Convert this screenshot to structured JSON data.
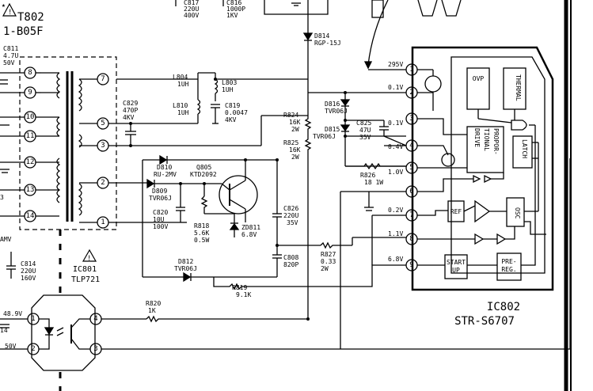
{
  "transformer": {
    "ref": "T802",
    "part": "1-B05F",
    "primary_pins": [
      "8",
      "9",
      "10",
      "11",
      "12",
      "13",
      "14"
    ],
    "secondary_pins": [
      "7",
      "5",
      "3",
      "2",
      "1"
    ]
  },
  "left_edge": {
    "c811_ref": "C811",
    "c811_val": "4.7U",
    "c811_v": "50V",
    "label_3": "3",
    "label_amv": "AMV",
    "label_14": "14",
    "label_50v": "50V"
  },
  "top": {
    "c817_ref": "C817",
    "c817_val": "220U",
    "c817_v": "400V",
    "c816_ref": "C816",
    "c816_val": "1000P",
    "c816_v": "1KV"
  },
  "components": {
    "l804": {
      "ref": "L804",
      "val": "1UH"
    },
    "l803": {
      "ref": "L803",
      "val": "1UH"
    },
    "l810": {
      "ref": "L810",
      "val": "1UH"
    },
    "c819": {
      "ref": "C819",
      "val": "0.0047",
      "v": "4KV"
    },
    "c829": {
      "ref": "C829",
      "val": "470P",
      "v": "4KV"
    },
    "d814": {
      "ref": "D814",
      "val": "RGP-15J"
    },
    "r824": {
      "ref": "R824",
      "val": "16K",
      "w": "2W"
    },
    "r825": {
      "ref": "R825",
      "val": "16K",
      "w": "2W"
    },
    "d816": {
      "ref": "D816",
      "val": "TVR06J"
    },
    "d815": {
      "ref": "D815",
      "val": "TVR06J"
    },
    "c825": {
      "ref": "C825",
      "val": "47U",
      "v": "35V"
    },
    "r826": {
      "ref": "R826",
      "val": "18 1W"
    },
    "d810": {
      "ref": "D810",
      "val": "RU-2MV"
    },
    "d809": {
      "ref": "D809",
      "val": "TVR06J"
    },
    "q805": {
      "ref": "Q805",
      "val": "KTD2092"
    },
    "c820": {
      "ref": "C820",
      "val": "10U",
      "v": "100V"
    },
    "r818": {
      "ref": "R818",
      "val": "5.6K",
      "w": "0.5W"
    },
    "zd811": {
      "ref": "ZD811",
      "val": "6.8V"
    },
    "c826": {
      "ref": "C826",
      "val": "220U",
      "v": "35V"
    },
    "c808": {
      "ref": "C808",
      "val": "820P"
    },
    "r827": {
      "ref": "R827",
      "val": "0.33",
      "w": "2W"
    },
    "d812": {
      "ref": "D812",
      "val": "TVR06J"
    },
    "r819": {
      "ref": "R819",
      "val": "9.1K"
    },
    "r820": {
      "ref": "R820",
      "val": "1K"
    },
    "c814": {
      "ref": "C814",
      "val": "220U",
      "v": "160V"
    },
    "ic801": {
      "ref": "IC801",
      "part": "TLP721",
      "pins": [
        "1",
        "2",
        "3",
        "4"
      ],
      "v1": "48.9V"
    }
  },
  "ic802": {
    "ref": "IC802",
    "part": "STR-S6707",
    "pins": [
      "1",
      "2",
      "3",
      "4",
      "5",
      "6",
      "7",
      "8",
      "9"
    ],
    "voltages": [
      "295V",
      "0.1V",
      "0.1V",
      "0.4V",
      "1.0V",
      "",
      "0.2V",
      "1.1V",
      "6.8V"
    ],
    "blocks": {
      "ovp": "OVP",
      "thermal": "THERMAL",
      "drive_1": "PROPOR-",
      "drive_2": "TIONAL",
      "drive_3": "DRIVE",
      "latch": "LATCH",
      "ref": "REF",
      "osc": "OSC",
      "start_1": "START",
      "start_2": "UP",
      "prereg_1": "PRE-",
      "prereg_2": "REG."
    }
  }
}
